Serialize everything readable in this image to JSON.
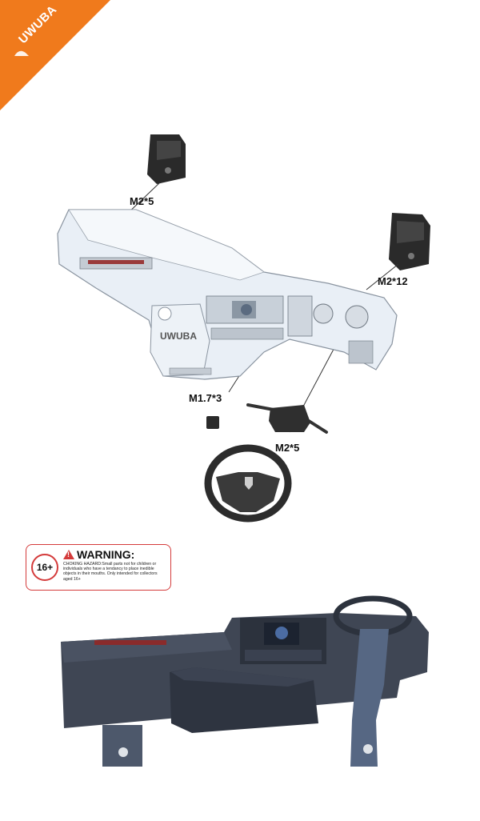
{
  "brand": {
    "name": "UWUBA",
    "accent_color": "#f07a1c"
  },
  "diagram": {
    "labels": {
      "screw_top_left": "M2*5",
      "screw_top_right": "M2*12",
      "screw_center": "M1.7*3",
      "screw_steering": "M2*5"
    },
    "dashboard_logo": "UWUBA"
  },
  "warning": {
    "age": "16+",
    "title": "WARNING:",
    "body": "CHOKING HAZARD:Small parts not for children or individuals who have a tendancy to place inedible objects in their mouths. Only intended for collectors aged 16+",
    "color": "#d43b3b"
  }
}
